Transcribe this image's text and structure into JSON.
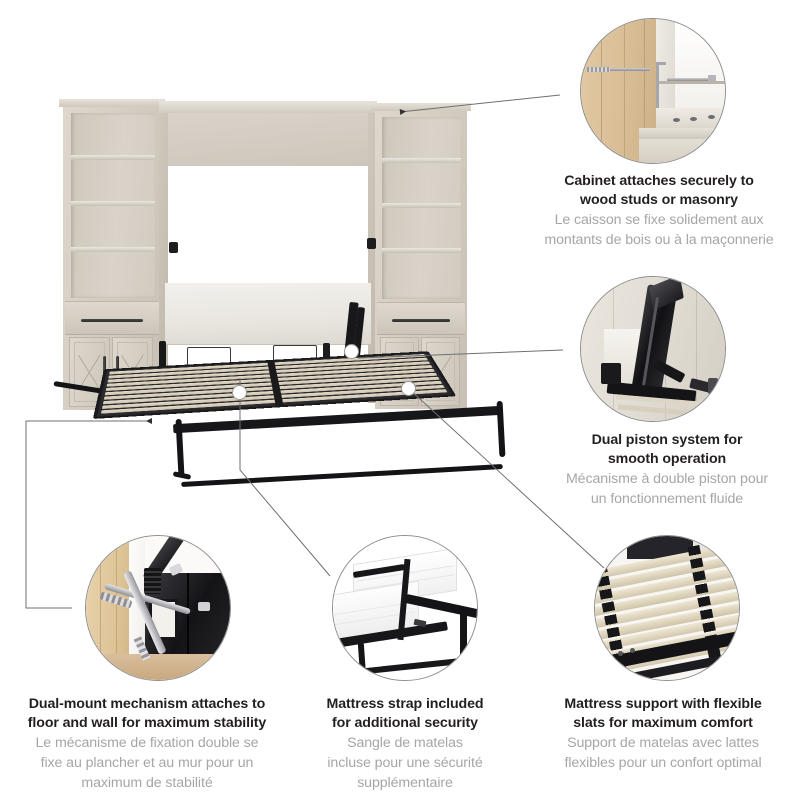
{
  "page": {
    "type": "product-feature-infographic",
    "background_color": "#ffffff",
    "text_color_primary": "#231f20",
    "text_color_secondary": "#a6a6a6",
    "accent_color": "#8d8d8d"
  },
  "product_image": {
    "name": "queen-murphy-bed-with-two-storage-cabinets",
    "alt": "Open queen Murphy bed with black metal slat frame flanked by two tall storage cabinets with open shelves, drawers and X-pattern barn doors",
    "finish_color": "#d4cdc2",
    "frame_color": "#17171a"
  },
  "features": [
    {
      "id": "wall-mount",
      "en": [
        "Cabinet attaches securely to",
        "wood studs or masonry"
      ],
      "fr": [
        "Le caisson se fixe solidement aux",
        "montants de bois ou à la maçonnerie"
      ],
      "inset_alt": "Close-up of cabinet top rail fastened to wall with long mounting screws"
    },
    {
      "id": "dual-piston",
      "en": [
        "Dual piston system for",
        "smooth operation"
      ],
      "fr": [
        "Mécanisme à double piston pour",
        "un fonctionnement fluide"
      ],
      "inset_alt": "Close-up of black dual gas piston lift mechanism inside the cabinet"
    },
    {
      "id": "dual-mount",
      "en": [
        "Dual-mount mechanism attaches to",
        "floor and wall for maximum stability"
      ],
      "fr": [
        "Le mécanisme de fixation double se",
        "fixe au plancher et au mur pour un",
        "maximum de stabilité"
      ],
      "inset_alt": "Close-up of dual-mount bracket with wall and floor anchoring screws"
    },
    {
      "id": "mattress-strap",
      "en": [
        "Mattress strap included",
        "for additional security"
      ],
      "fr": [
        "Sangle de matelas",
        "incluse pour une sécurité",
        "supplémentaire"
      ],
      "inset_alt": "Close-up of white mattress held by a black retaining strap on the bed frame"
    },
    {
      "id": "flexible-slats",
      "en": [
        "Mattress support with flexible",
        "slats for maximum comfort"
      ],
      "fr": [
        "Support de matelas avec lattes",
        "flexibles pour un confort optimal"
      ],
      "inset_alt": "Close-up of light wood flexible slats mounted on the black metal bed frame"
    }
  ]
}
